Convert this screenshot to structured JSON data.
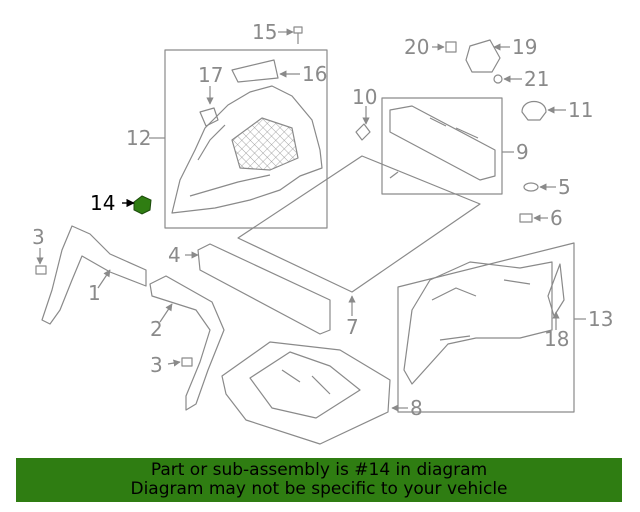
{
  "colors": {
    "line": "#8a8a8a",
    "highlight_part": "#2f7d12",
    "banner_bg": "#2f7d12"
  },
  "callouts": {
    "c1": "1",
    "c2": "2",
    "c3a": "3",
    "c3b": "3",
    "c4": "4",
    "c5": "5",
    "c6": "6",
    "c7": "7",
    "c8": "8",
    "c9": "9",
    "c10": "10",
    "c11": "11",
    "c12": "12",
    "c13": "13",
    "c14": "14",
    "c15": "15",
    "c16": "16",
    "c17": "17",
    "c18": "18",
    "c19": "19",
    "c20": "20",
    "c21": "21"
  },
  "highlighted_part": "14",
  "banner": {
    "line1": "Part or sub-assembly is #14 in diagram",
    "line2": "Diagram may not be specific to your vehicle"
  }
}
